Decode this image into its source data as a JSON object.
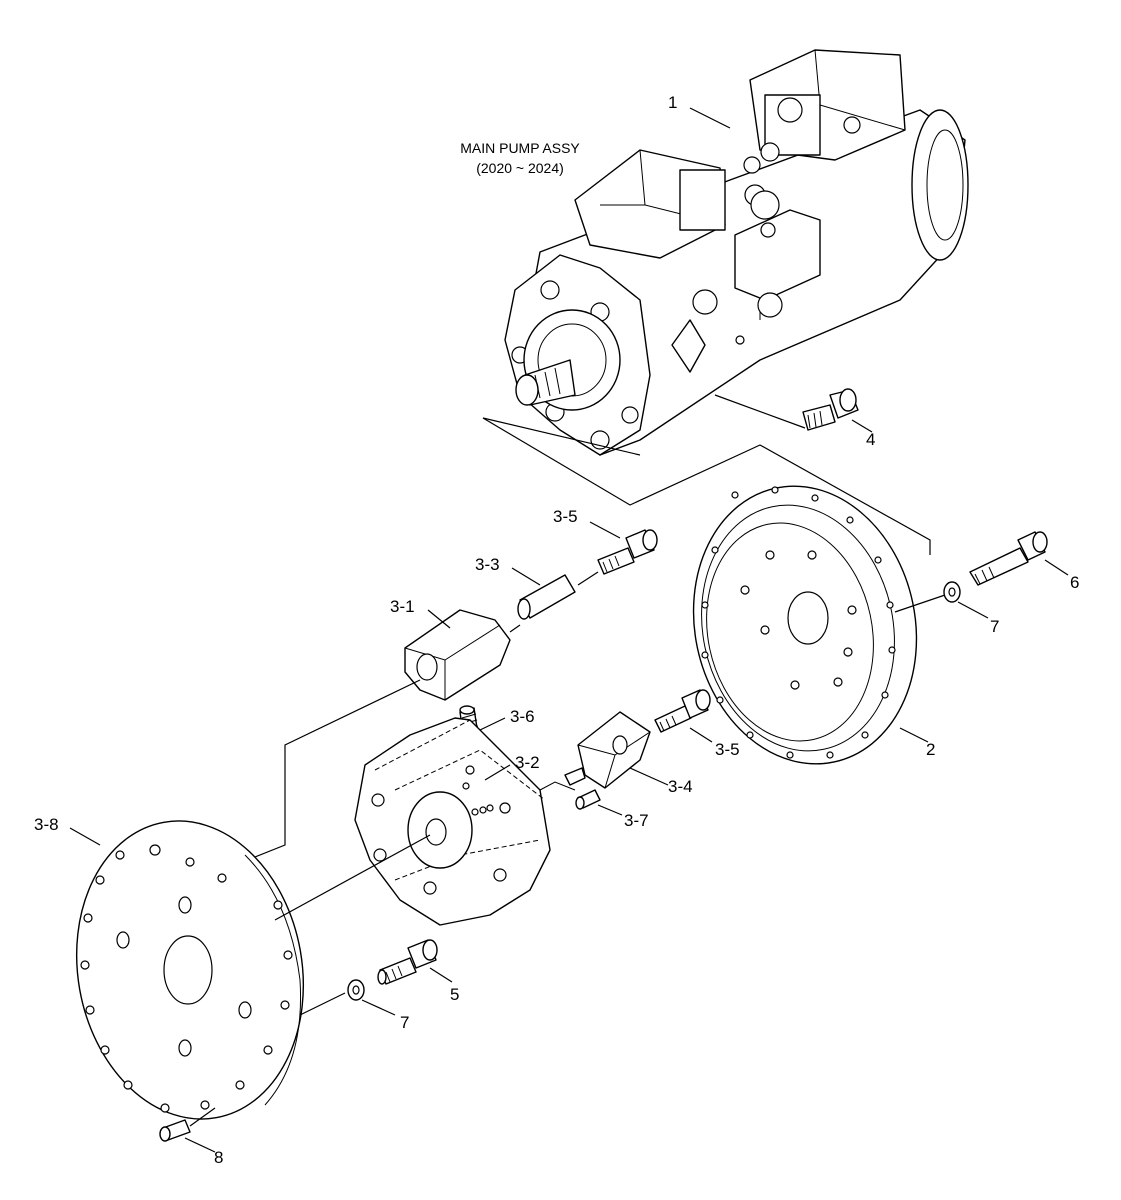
{
  "title": {
    "line1": "MAIN PUMP ASSY",
    "line2": "(2020 ~ 2024)"
  },
  "callouts": {
    "p1": "1",
    "p2": "2",
    "p3_1": "3-1",
    "p3_2": "3-2",
    "p3_3": "3-3",
    "p3_4": "3-4",
    "p3_5a": "3-5",
    "p3_5b": "3-5",
    "p3_6": "3-6",
    "p3_7": "3-7",
    "p3_8": "3-8",
    "p4": "4",
    "p5": "5",
    "p6": "6",
    "p7a": "7",
    "p7b": "7",
    "p8": "8"
  }
}
